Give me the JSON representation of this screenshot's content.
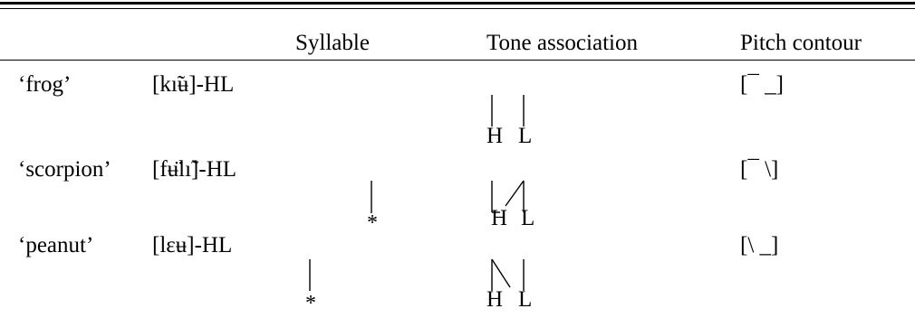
{
  "table": {
    "headers": {
      "col1": "",
      "col2": "",
      "syllable": "Syllable",
      "tone_association": "Tone association",
      "pitch_contour": "Pitch contour"
    },
    "rows": [
      {
        "gloss": "‘frog’",
        "form": "[kı̃ʉ]-HL",
        "syllable_mark": "",
        "tones": [
          "H",
          "L"
        ],
        "pitch": "[¯ _]"
      },
      {
        "gloss": "‘scorpion’",
        "form": "[fʉ̈lı̃]-HL",
        "syllable_mark": "*",
        "tones": [
          "H",
          "L"
        ],
        "pitch": "[¯ \\]"
      },
      {
        "gloss": "‘peanut’",
        "form": "[lɛʉ]-HL",
        "syllable_mark": "*",
        "tones": [
          "H",
          "L"
        ],
        "pitch": "[\\ _]"
      }
    ]
  }
}
